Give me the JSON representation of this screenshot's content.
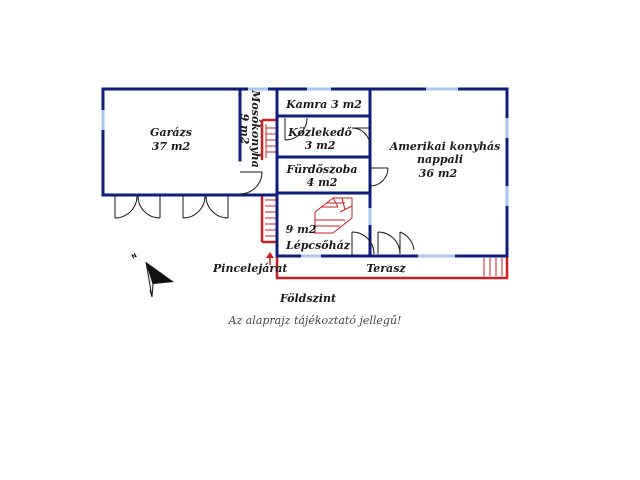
{
  "colors": {
    "wall": "#0d1f7a",
    "window": "#a8c8ec",
    "accent": "#cc1f1f",
    "background": "#ffffff"
  },
  "rooms": {
    "garage": {
      "name": "Garázs",
      "area": "37 m2"
    },
    "laundry": {
      "name": "Mosókonyha",
      "area": "9 m2"
    },
    "pantry": {
      "name": "Kamra 3 m2"
    },
    "hallway": {
      "name": "Közlekedő",
      "area": "3 m2"
    },
    "bathroom": {
      "name": "Fürdőszoba",
      "area": "4 m2"
    },
    "living": {
      "name_line1": "Amerikai konyhás",
      "name_line2": "nappali",
      "area": "36 m2"
    },
    "stairwell": {
      "area": "9 m2",
      "name": "Lépcsőház"
    },
    "terrace": {
      "name": "Terasz"
    }
  },
  "labels": {
    "cellar_entrance": "Pincelejárat",
    "floor_name": "Földszint",
    "disclaimer": "Az alaprajz tájékoztató jellegű!",
    "north": "N"
  },
  "icons": {
    "north_arrow": "north-arrow-icon",
    "entrance_arrow": "up-arrow-icon"
  }
}
